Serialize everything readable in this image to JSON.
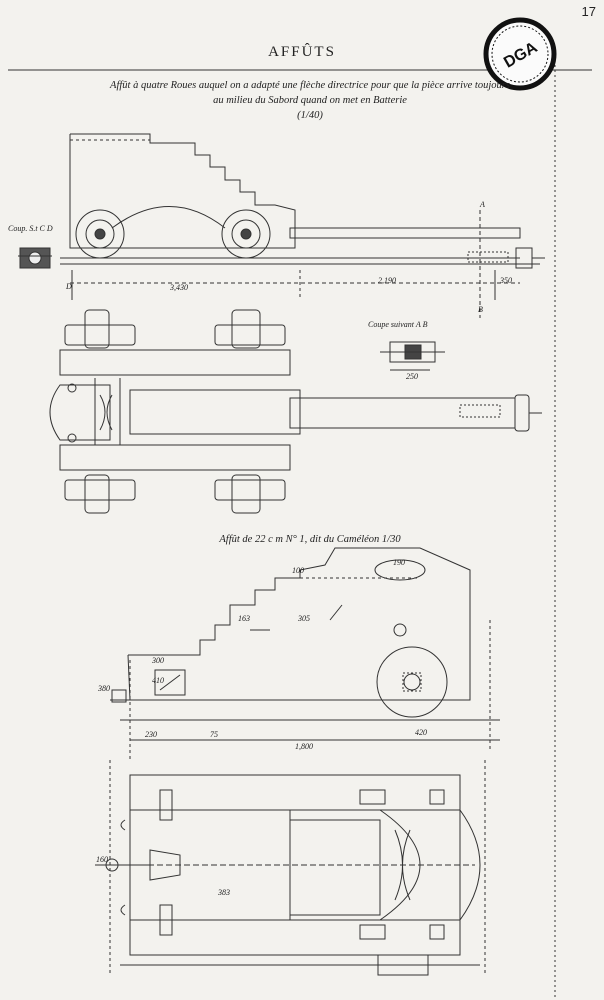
{
  "page_number": "17",
  "stamp_text": "DGA",
  "title": "AFFÛTS",
  "subtitle_line1": "Affût à quatre Roues auquel on a adapté une flèche directrice pour que la pièce arrive toujours",
  "subtitle_line2": "au milieu du Sabord quand on met en Batterie",
  "scale1": "(1/40)",
  "section_cd": "Coup. S.t C D",
  "section_ab": "Coupe suivant A B",
  "second_title": "Affût de 22 c m N° 1, dit du Caméléon 1/30",
  "labels": {
    "D": "D",
    "A": "A",
    "B": "B",
    "dim_3430": "3,430",
    "dim_2190": "2,190",
    "dim_350": "350",
    "dim_250": "250",
    "dim_100": "100",
    "dim_190": "190",
    "dim_163": "163",
    "dim_305": "305",
    "dim_300": "300",
    "dim_230": "230",
    "dim_380": "380",
    "dim_1800": "1,800",
    "dim_420": "420",
    "dim_160": "160",
    "dim_383": "383",
    "dim_75": "75",
    "dim_410": "410"
  }
}
